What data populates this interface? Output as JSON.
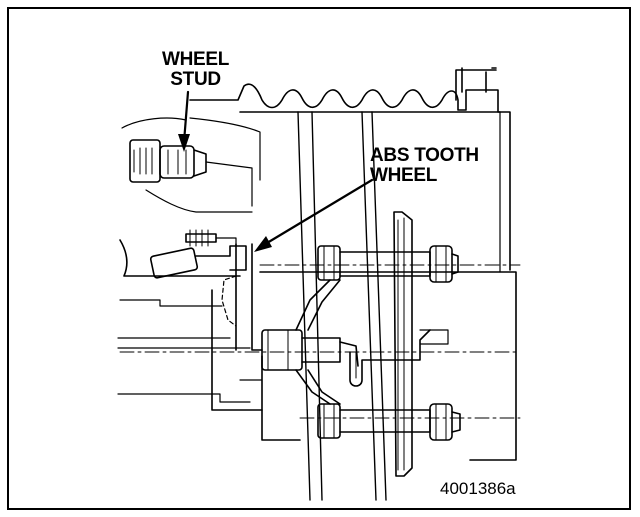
{
  "labels": {
    "wheel_stud": [
      "WHEEL",
      "STUD"
    ],
    "abs_tooth_wheel": [
      "ABS TOOTH",
      "WHEEL"
    ]
  },
  "figure_id": "4001386a",
  "colors": {
    "ink": "#000000",
    "paper": "#ffffff"
  }
}
